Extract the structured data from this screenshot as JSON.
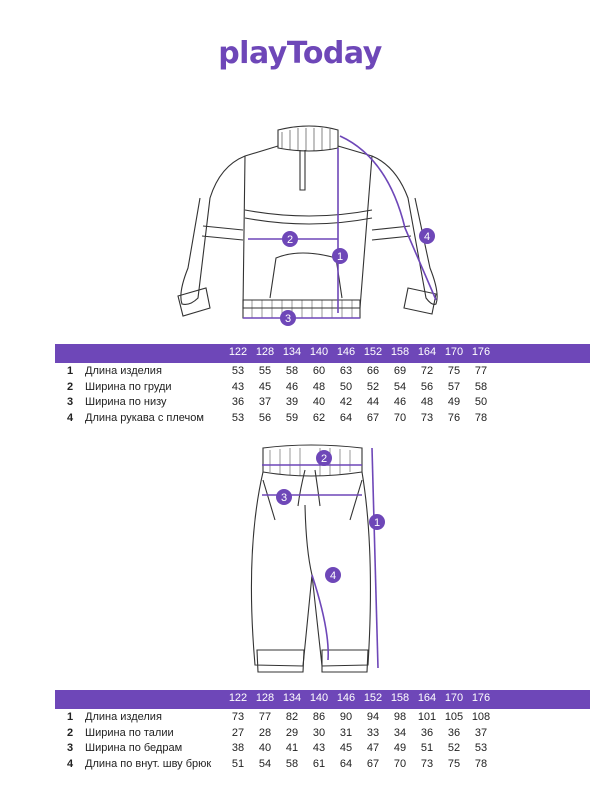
{
  "brand": {
    "logo_text": "playToday",
    "accent": "#6E47B8"
  },
  "markers": {
    "top": [
      "1",
      "2",
      "3",
      "4"
    ],
    "bottom": [
      "1",
      "2",
      "3",
      "4"
    ]
  },
  "top_table": {
    "sizes": [
      "122",
      "128",
      "134",
      "140",
      "146",
      "152",
      "158",
      "164",
      "170",
      "176"
    ],
    "rows": [
      {
        "num": "1",
        "label": "Длина изделия",
        "values": [
          "53",
          "55",
          "58",
          "60",
          "63",
          "66",
          "69",
          "72",
          "75",
          "77"
        ]
      },
      {
        "num": "2",
        "label": "Ширина по груди",
        "values": [
          "43",
          "45",
          "46",
          "48",
          "50",
          "52",
          "54",
          "56",
          "57",
          "58"
        ]
      },
      {
        "num": "3",
        "label": "Ширина по низу",
        "values": [
          "36",
          "37",
          "39",
          "40",
          "42",
          "44",
          "46",
          "48",
          "49",
          "50"
        ]
      },
      {
        "num": "4",
        "label": "Длина рукава с плечом",
        "values": [
          "53",
          "56",
          "59",
          "62",
          "64",
          "67",
          "70",
          "73",
          "76",
          "78"
        ]
      }
    ]
  },
  "bottom_table": {
    "sizes": [
      "122",
      "128",
      "134",
      "140",
      "146",
      "152",
      "158",
      "164",
      "170",
      "176"
    ],
    "rows": [
      {
        "num": "1",
        "label": "Длина изделия",
        "values": [
          "73",
          "77",
          "82",
          "86",
          "90",
          "94",
          "98",
          "101",
          "105",
          "108"
        ]
      },
      {
        "num": "2",
        "label": "Ширина по талии",
        "values": [
          "27",
          "28",
          "29",
          "30",
          "31",
          "33",
          "34",
          "36",
          "36",
          "37"
        ]
      },
      {
        "num": "3",
        "label": "Ширина по бедрам",
        "values": [
          "38",
          "40",
          "41",
          "43",
          "45",
          "47",
          "49",
          "51",
          "52",
          "53"
        ]
      },
      {
        "num": "4",
        "label": "Длина по внут. шву брюк",
        "values": [
          "51",
          "54",
          "58",
          "61",
          "64",
          "67",
          "70",
          "73",
          "75",
          "78"
        ]
      }
    ]
  }
}
